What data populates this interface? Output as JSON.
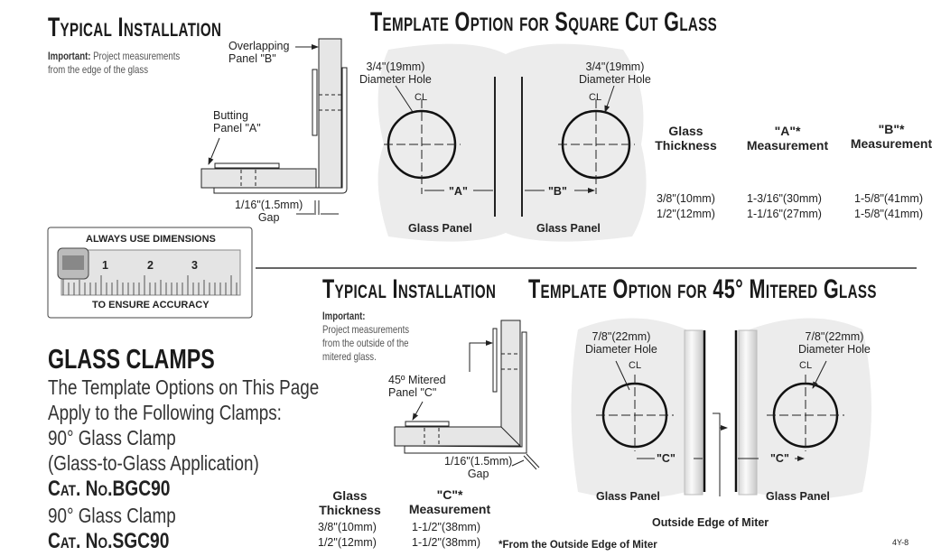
{
  "top_left": {
    "title": "Typical Installation",
    "important_label": "Important:",
    "important_text_1": "Project measurements",
    "important_text_2": "from the edge of the glass",
    "overlap_1": "Overlapping",
    "overlap_2": "Panel \"B\"",
    "butting_1": "Butting",
    "butting_2": "Panel \"A\"",
    "gap_1": "1/16\"(1.5mm)",
    "gap_2": "Gap"
  },
  "square": {
    "title": "Template Option for Square Cut Glass",
    "hole_1": "3/4\"(19mm)",
    "hole_2": "Diameter Hole",
    "cl": "CL",
    "a_label": "\"A\"",
    "b_label": "\"B\"",
    "panel_left": "Glass Panel",
    "panel_right": "Glass Panel",
    "table": {
      "headers": [
        [
          "Glass",
          "Thickness"
        ],
        [
          "\"A\"*",
          "Measurement"
        ],
        [
          "\"B\"*",
          "Measurement"
        ]
      ],
      "rows": [
        [
          "3/8\"(10mm)",
          "1-3/16\"(30mm)",
          "1-5/8\"(41mm)"
        ],
        [
          "1/2\"(12mm)",
          "1-1/16\"(27mm)",
          "1-5/8\"(41mm)"
        ]
      ]
    }
  },
  "tape": {
    "top": "ALWAYS USE DIMENSIONS",
    "bottom": "TO ENSURE ACCURACY",
    "ticks": [
      "1",
      "2",
      "3"
    ]
  },
  "clamps": {
    "heading": "GLASS CLAMPS",
    "lines": [
      "The Template Options on This Page",
      "Apply to the Following Clamps:",
      "90° Glass Clamp",
      "(Glass-to-Glass Application)"
    ],
    "cat1_prefix": "Cat. No.",
    "cat1": "BGC90",
    "line5": "90° Glass Clamp",
    "cat2_prefix": "Cat. No.",
    "cat2": "SGC90"
  },
  "bottom_install": {
    "title": "Typical Installation",
    "important_label": "Important:",
    "important_lines": [
      "Project measurements",
      "from the outside of the",
      "mitered glass."
    ],
    "mitered_1": "45º Mitered",
    "mitered_2": "Panel \"C\"",
    "gap_1": "1/16\"(1.5mm)",
    "gap_2": "Gap",
    "table": {
      "headers": [
        [
          "Glass",
          "Thickness"
        ],
        [
          "\"C\"*",
          "Measurement"
        ]
      ],
      "rows": [
        [
          "3/8\"(10mm)",
          "1-1/2\"(38mm)"
        ],
        [
          "1/2\"(12mm)",
          "1-1/2\"(38mm)"
        ]
      ]
    }
  },
  "mitered": {
    "title": "Template Option for 45° Mitered Glass",
    "hole_1": "7/8\"(22mm)",
    "hole_2": "Diameter Hole",
    "cl": "CL",
    "c_label": "\"C\"",
    "panel_left": "Glass Panel",
    "panel_right": "Glass Panel",
    "outside_edge": "Outside Edge of Miter",
    "footnote": "*From the Outside Edge of Miter"
  },
  "page_number": "4Y-8"
}
